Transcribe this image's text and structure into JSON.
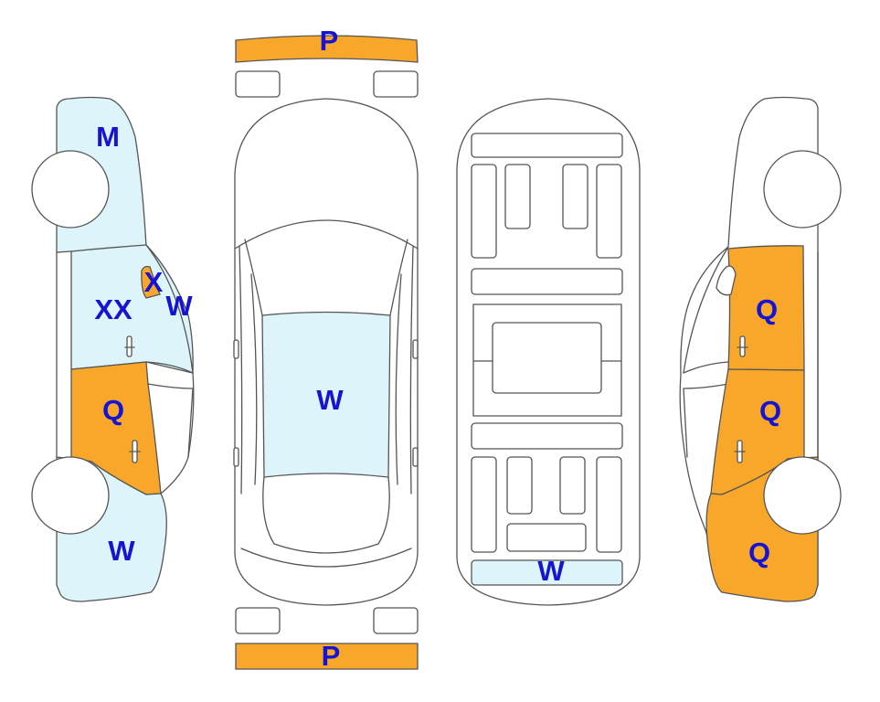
{
  "colors": {
    "damage_fill": "#F9A72B",
    "light_fill": "#DDF4FA",
    "label": "#1414D2",
    "outline": "#555555"
  },
  "labels": {
    "front_bumper": "P",
    "rear_bumper": "P",
    "left_front_fender": "M",
    "left_front_door_quarter_glass": "X",
    "left_front_door": "XX",
    "left_front_window": "W",
    "left_rear_door": "Q",
    "left_rear_quarter": "W",
    "roof_windshield": "W",
    "underbody_rear": "W",
    "right_front_door": "Q",
    "right_rear_door": "Q",
    "right_rear_quarter": "Q"
  }
}
